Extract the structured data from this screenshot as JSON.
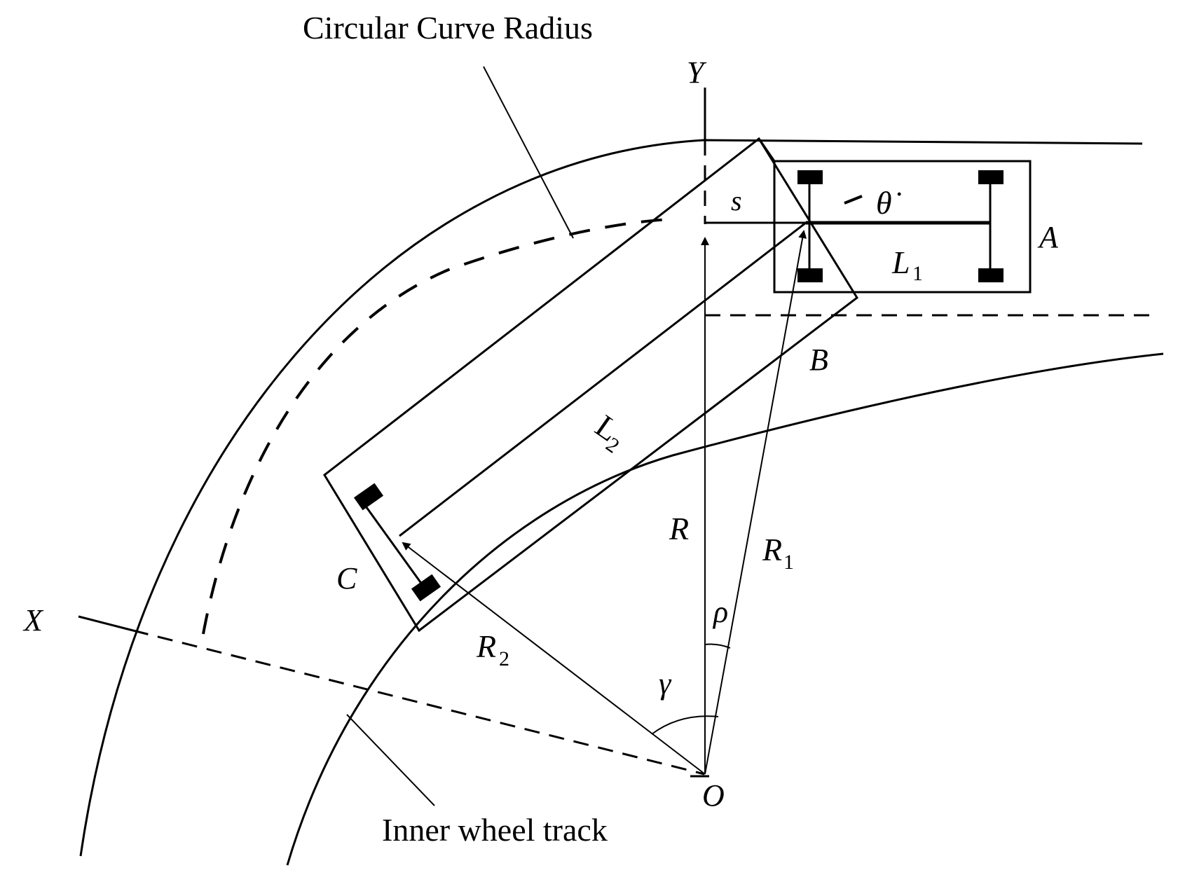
{
  "labels": {
    "circular_curve_radius": "Circular Curve Radius",
    "inner_wheel_track": "Inner wheel track",
    "axis_x": "X",
    "axis_y": "Y",
    "origin": "O",
    "point_a": "A",
    "point_b": "B",
    "point_c": "C",
    "radius_r": "R",
    "radius_r1": "R",
    "radius_r1_sub": "1",
    "radius_r2": "R",
    "radius_r2_sub": "2",
    "length_l1": "L",
    "length_l1_sub": "1",
    "length_l2": "L",
    "length_l2_sub": "2",
    "offset_s": "s",
    "theta_dot": "θ̇",
    "angle_rho": "ρ",
    "angle_gamma": "γ"
  }
}
